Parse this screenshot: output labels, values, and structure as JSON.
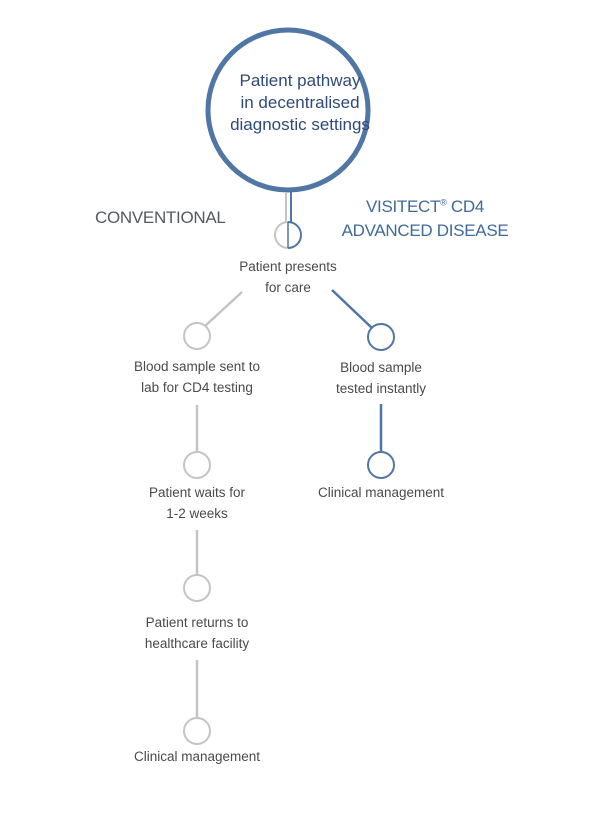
{
  "title": {
    "lines": [
      "Patient pathway",
      "in decentralised",
      "diagnostic settings"
    ]
  },
  "headings": {
    "conventional": "CONVENTIONAL",
    "visitect_brand": "VISITECT",
    "visitect_mark": "®",
    "visitect_product": " CD4",
    "visitect_line2": "ADVANCED DISEASE"
  },
  "steps": {
    "start": [
      "Patient presents",
      "for care"
    ],
    "conv_1": [
      "Blood sample sent to",
      "lab for CD4 testing"
    ],
    "conv_2": [
      "Patient waits for",
      "1-2 weeks"
    ],
    "conv_3": [
      "Patient returns to",
      "healthcare facility"
    ],
    "conv_4": [
      "Clinical management"
    ],
    "visi_1": [
      "Blood sample",
      "tested instantly"
    ],
    "visi_2": [
      "Clinical management"
    ]
  },
  "colors": {
    "conventional": "#c4c4c4",
    "visitect": "#4f76a5",
    "title_ring": "#4f76a5",
    "title_text": "#2f4a7a"
  }
}
